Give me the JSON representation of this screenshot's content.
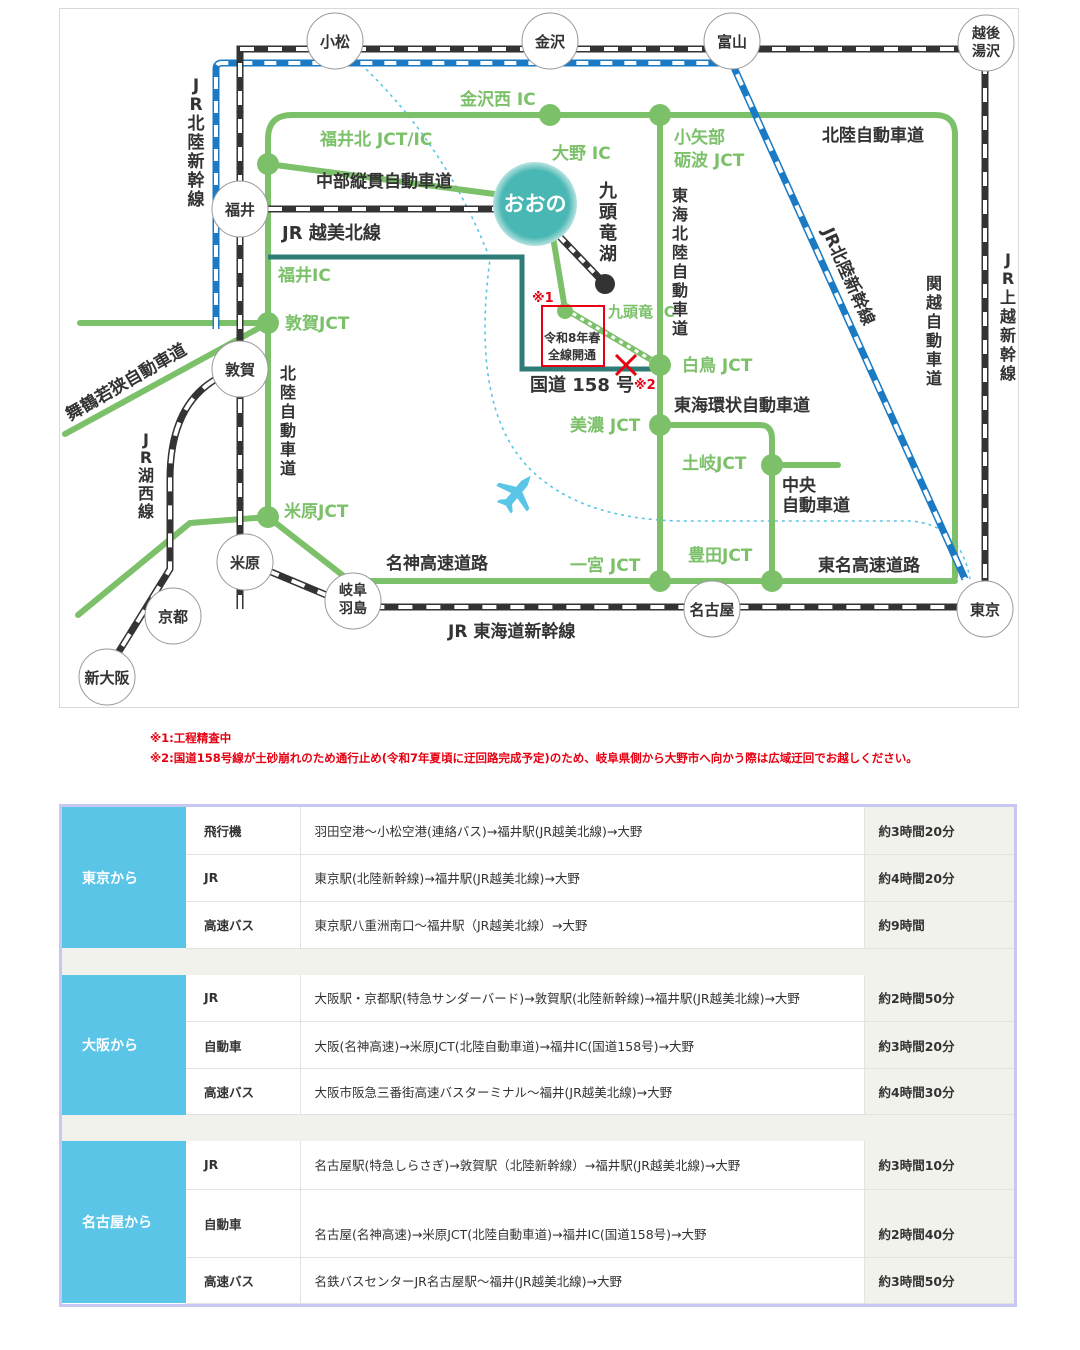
{
  "map": {
    "stations": {
      "komatsu": "小松",
      "kanazawa": "金沢",
      "toyama": "富山",
      "echigoyuzawa": "越後\n湯沢",
      "fukui": "福井",
      "tsuruga": "敦賀",
      "maibara": "米原",
      "kyoto": "京都",
      "shinosaka": "新大阪",
      "gifuhashima": "岐阜\n羽島",
      "nagoya": "名古屋",
      "tokyo": "東京",
      "ono": "おおの"
    },
    "lines": {
      "jr_hokuriku_shinkansen_west": "JR北陸新幹線",
      "jr_hokuriku_shinkansen_east": "JR北陸新幹線",
      "jr_joetsu_shinkansen": "JR上越新幹線",
      "jr_kosei": "JR湖西線",
      "jr_tokaido_shinkansen": "JR 東海道新幹線",
      "jr_etsumihoku": "JR 越美北線"
    },
    "roads": {
      "kanazawa_nishi_ic": "金沢西 IC",
      "fukui_kita_jct": "福井北 JCT/IC",
      "ono_ic": "大野 IC",
      "chubu_jukan": "中部縦貫自動車道",
      "kuzuryu_lake": "九頭竜湖",
      "kuzuryu_ic": "九頭竜 IC",
      "oyabe_tonami_jct": "小矢部\n砺波 JCT",
      "hokuriku_expressway_top": "北陸自動車道",
      "tokai_hokuriku": "東海北陸自動車道",
      "kanetsu": "関越自動車道",
      "fukui_ic": "福井IC",
      "tsuruga_jct": "敦賀JCT",
      "maizuru_wakasa": "舞鶴若狭自動車道",
      "hokuriku_expressway_vertical": "北陸自動車道",
      "maibara_jct": "米原JCT",
      "meishin": "名神高速道路",
      "route158": "国道 158 号",
      "shirotori_jct": "白鳥 JCT",
      "tokai_kanjo": "東海環状自動車道",
      "mino_jct": "美濃 JCT",
      "toki_jct": "土岐JCT",
      "chuo": "中央\n自動車道",
      "ichinomiya_jct": "一宮 JCT",
      "toyota_jct": "豊田JCT",
      "tomei": "東名高速道路"
    },
    "annotations": {
      "mark1": "※1",
      "mark2": "※2",
      "opening": "令和8年春\n全線開通"
    },
    "colors": {
      "road": "#7cc16a",
      "shinkansen_blue": "#1a7ac4",
      "rail_dark": "#333333",
      "route158": "#2f7b77",
      "ono_circle": "#49b7b3",
      "red": "#e60012",
      "flight": "#5bc5e8"
    },
    "icons": [
      "airplane-icon",
      "closure-x-icon"
    ]
  },
  "notes": [
    "※1:工程精査中",
    "※2:国道158号線が土砂崩れのため通行止め(令和7年夏頃に迂回路完成予定)のため、岐阜県側から大野市へ向かう際は広域迂回でお越しください。"
  ],
  "access": [
    {
      "origin": "東京から",
      "rows": [
        {
          "mode": "飛行機",
          "route": "羽田空港〜小松空港(連絡バス)→福井駅(JR越美北線)→大野",
          "time": "約3時間20分"
        },
        {
          "mode": "JR",
          "route": "東京駅(北陸新幹線)→福井駅(JR越美北線)→大野",
          "time": "約4時間20分"
        },
        {
          "mode": "高速バス",
          "route": "東京駅八重洲南口〜福井駅（JR越美北線）→大野",
          "time": "約9時間"
        }
      ]
    },
    {
      "origin": "大阪から",
      "rows": [
        {
          "mode": "JR",
          "route": "大阪駅・京都駅(特急サンダーバード)→敦賀駅(北陸新幹線)→福井駅(JR越美北線)→大野",
          "time": "約2時間50分"
        },
        {
          "mode": "自動車",
          "route": "大阪(名神高速)→米原JCT(北陸自動車道)→福井IC(国道158号)→大野",
          "time": "約3時間20分"
        },
        {
          "mode": "高速バス",
          "route": "大阪市阪急三番街高速バスターミナル〜福井(JR越美北線)→大野",
          "time": "約4時間30分"
        }
      ]
    },
    {
      "origin": "名古屋から",
      "rows": [
        {
          "mode": "JR",
          "route": "名古屋駅(特急しらさぎ)→敦賀駅（北陸新幹線）→福井駅(JR越美北線)→大野",
          "time": "約3時間10分"
        },
        {
          "mode": "自動車",
          "route": "名古屋(名神高速)→米原JCT(北陸自動車道)→福井IC(国道158号)→大野",
          "time": "約2時間40分"
        },
        {
          "mode": "高速バス",
          "route": "名鉄バスセンターJR名古屋駅〜福井(JR越美北線)→大野",
          "time": "約3時間50分"
        }
      ]
    }
  ]
}
